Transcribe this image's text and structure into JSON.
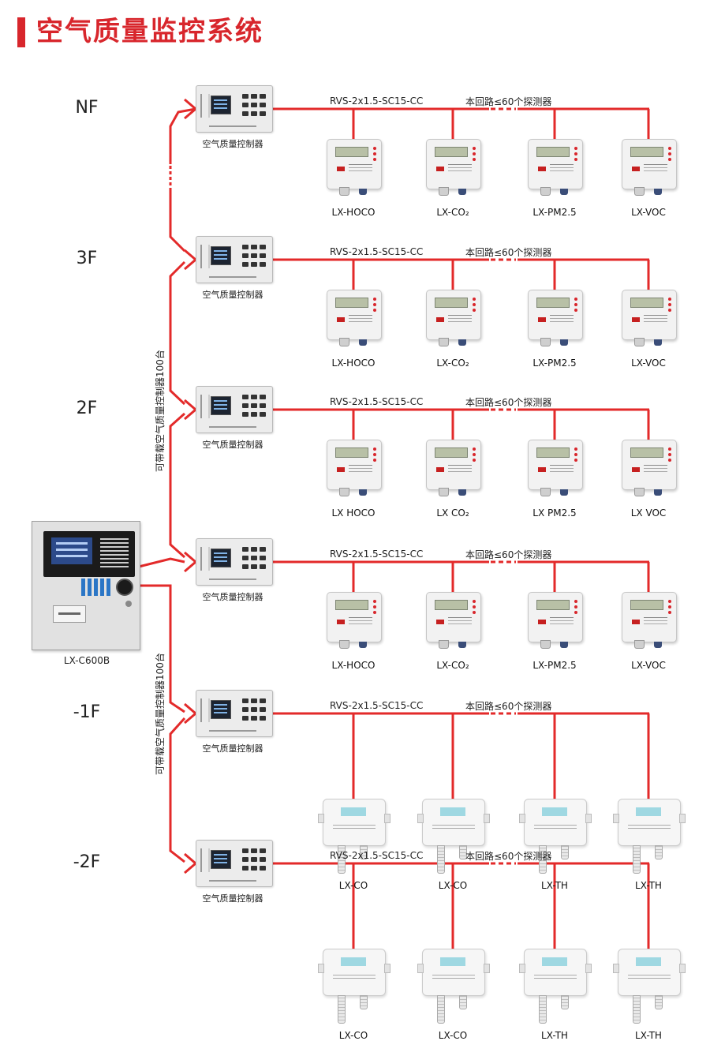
{
  "title": "空气质量监控系统",
  "panel": {
    "model": "LX-C600B"
  },
  "vertical_labels": [
    "可带载空气质量控制器100台",
    "可带载空气质量控制器100台"
  ],
  "controller_label": "空气质量控制器",
  "cable_label": "RVS-2x1.5-SC15-CC",
  "limit_label": "本回路≤60个探测器",
  "floors": [
    {
      "name": "NF",
      "detectors": [
        "LX-HOCO",
        "LX-CO₂",
        "LX-PM2.5",
        "LX-VOC"
      ]
    },
    {
      "name": "3F",
      "detectors": [
        "LX-HOCO",
        "LX-CO₂",
        "LX-PM2.5",
        "LX-VOC"
      ]
    },
    {
      "name": "2F",
      "detectors": [
        "LX HOCO",
        "LX CO₂",
        "LX PM2.5",
        "LX VOC"
      ]
    },
    {
      "name": "",
      "detectors": [
        "LX-HOCO",
        "LX-CO₂",
        "LX-PM2.5",
        "LX-VOC"
      ]
    },
    {
      "name": "-1F",
      "detectors": [
        "LX-CO",
        "LX-CO",
        "LX-TH",
        "LX-TH"
      ]
    },
    {
      "name": "-2F",
      "detectors": [
        "LX-CO",
        "LX-CO",
        "LX-TH",
        "LX-TH"
      ]
    }
  ],
  "colors": {
    "accent": "#d8262c",
    "wire": "#e32a2a"
  }
}
